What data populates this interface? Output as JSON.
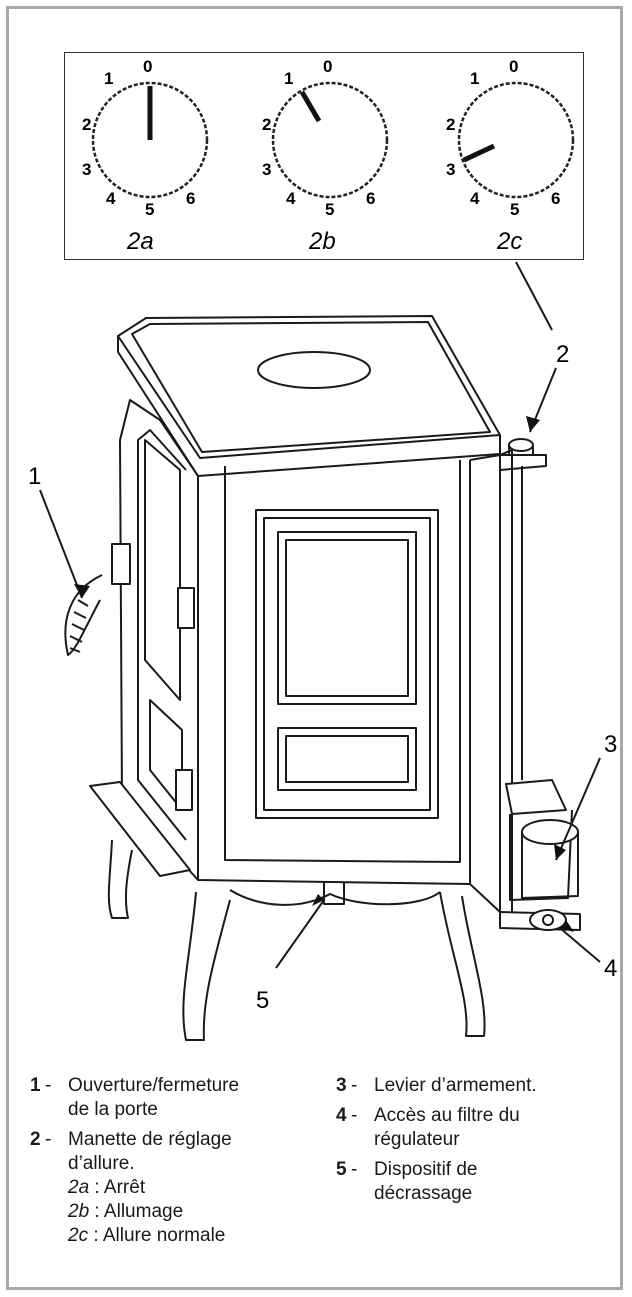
{
  "dials": [
    {
      "label": "2a",
      "ticks": [
        "0",
        "1",
        "2",
        "3",
        "4",
        "5",
        "6"
      ],
      "position": 0
    },
    {
      "label": "2b",
      "ticks": [
        "0",
        "1",
        "2",
        "3",
        "4",
        "5",
        "6"
      ],
      "position": 1
    },
    {
      "label": "2c",
      "ticks": [
        "0",
        "1",
        "2",
        "3",
        "4",
        "5",
        "6"
      ],
      "position": 3
    }
  ],
  "callouts": {
    "c1": "1",
    "c2": "2",
    "c3": "3",
    "c4": "4",
    "c5": "5"
  },
  "legend": {
    "left": [
      {
        "num": "1",
        "dash": "-",
        "lines": [
          "Ouverture/fermeture",
          "de la porte"
        ]
      },
      {
        "num": "2",
        "dash": "-",
        "lines": [
          "Manette de réglage",
          "d’allure."
        ]
      }
    ],
    "sub": [
      {
        "key": "2a",
        "text": " : Arrêt"
      },
      {
        "key": "2b",
        "text": " : Allumage"
      },
      {
        "key": "2c",
        "text": " : Allure normale"
      }
    ],
    "right": [
      {
        "num": "3",
        "dash": "-",
        "lines": [
          "Levier d’armement."
        ]
      },
      {
        "num": "4",
        "dash": "-",
        "lines": [
          "Accès au filtre du",
          "régulateur"
        ]
      },
      {
        "num": "5",
        "dash": "-",
        "lines": [
          "Dispositif de",
          "décrassage"
        ]
      }
    ]
  }
}
